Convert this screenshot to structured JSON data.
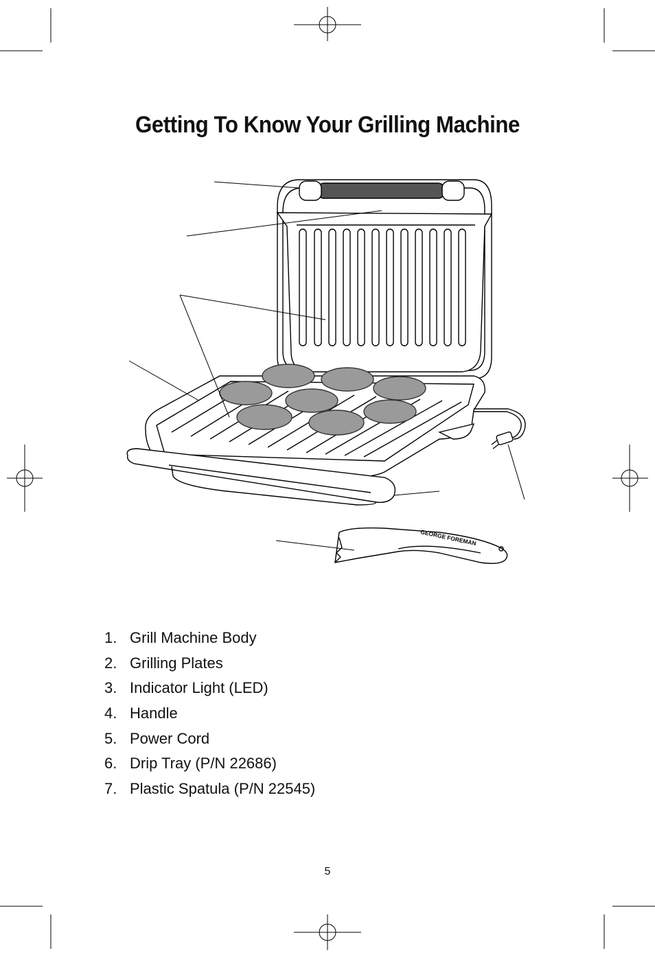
{
  "title": "Getting To Know Your Grilling Machine",
  "figure": {
    "spatula_brand": "GEORGE FOREMAN"
  },
  "parts": [
    {
      "number": "1.",
      "label": "Grill Machine Body"
    },
    {
      "number": "2.",
      "label": "Grilling Plates"
    },
    {
      "number": "3.",
      "label": "Indicator Light (LED)"
    },
    {
      "number": "4.",
      "label": "Handle"
    },
    {
      "number": "5.",
      "label": "Power Cord"
    },
    {
      "number": "6.",
      "label": "Drip Tray (P/N 22686)"
    },
    {
      "number": "7.",
      "label": "Plastic Spatula (P/N 22545)"
    }
  ],
  "page_number": "5"
}
